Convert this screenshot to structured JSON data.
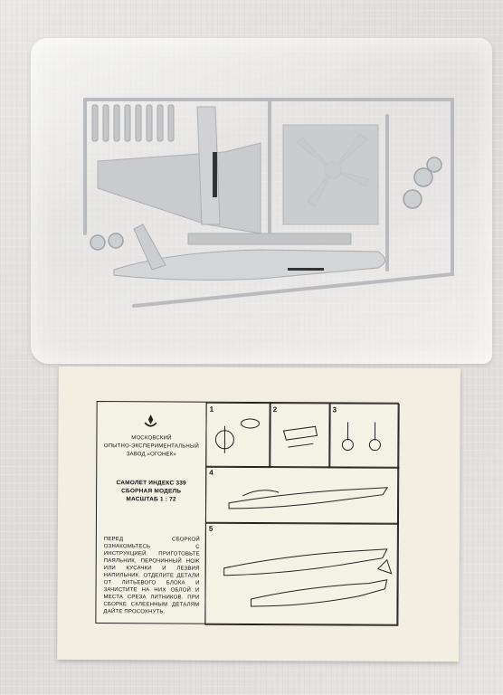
{
  "instructions": {
    "maker_line1": "МОСКОВСКИЙ",
    "maker_line2": "ОПЫТНО-ЭКСПЕРИМЕНТАЛЬНЫЙ",
    "maker_line3": "ЗАВОД «ОГОНЕК»",
    "product_line1": "САМОЛЕТ ИНДЕКС 339",
    "product_line2": "СБОРНАЯ МОДЕЛЬ",
    "product_line3": "МАСШТАБ 1 : 72",
    "body_text": "ПЕРЕД СБОРКОЙ ОЗНАКОМЬТЕСЬ С ИНСТРУКЦИЕЙ. ПРИГОТОВЬТЕ ПАЯЛЬНИК, ПЕРОЧИННЫЙ НОЖ ИЛИ КУСАЧКИ И ЛЕЗВИЯ НАПИЛЬНИК. ОТДЕЛИТЕ ДЕТАЛИ ОТ ЛИТЬЕВОГО БЛОКА И ЗАЧИСТИТЕ НА НИХ ОБЛОЙ И МЕСТА СРЕЗА ЛИТНИКОВ. ПРИ СБОРКЕ СКЛЕЕННЫМ ДЕТАЛЯМ ДАЙТЕ ПРОСОХНУТЬ.",
    "steps": [
      "1",
      "2",
      "3",
      "4",
      "5"
    ]
  }
}
